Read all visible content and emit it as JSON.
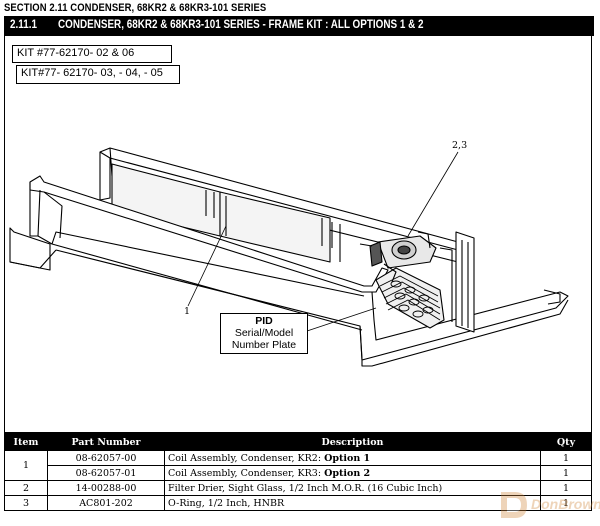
{
  "section_title": "SECTION 2.11 CONDENSER, 68KR2 & 68KR3-101 SERIES",
  "subsection": {
    "number": "2.11.1",
    "title": "CONDENSER, 68KR2 & 68KR3-101 SERIES - FRAME KIT : ALL OPTIONS 1 & 2"
  },
  "kits": [
    "KIT #77-62170- 02 & 06",
    "KIT#77- 62170- 03, - 04, - 05"
  ],
  "callouts": {
    "item_1": "1",
    "items_2_3": "2,3"
  },
  "pid_label": {
    "title": "PID",
    "line1": "Serial/Model",
    "line2": "Number Plate"
  },
  "table": {
    "headers": [
      "Item",
      "Part Number",
      "Description",
      "Qty"
    ],
    "rows": [
      {
        "item": "1",
        "part": "08-62057-00",
        "desc": "Coil Assembly, Condenser, KR2: ",
        "desc_bold": "Option 1",
        "qty": "1"
      },
      {
        "item": "",
        "part": "08-62057-01",
        "desc": "Coil Assembly, Condenser, KR3: ",
        "desc_bold": "Option 2",
        "qty": "1"
      },
      {
        "item": "2",
        "part": "14-00288-00",
        "desc": "Filter Drier, Sight Glass, 1/2 Inch M.O.R. (16 Cubic Inch)",
        "desc_bold": "",
        "qty": "1"
      },
      {
        "item": "3",
        "part": "AC801-202",
        "desc": "O-Ring, 1/2 Inch, HNBR",
        "desc_bold": "",
        "qty": "1"
      }
    ]
  },
  "watermark": {
    "text": "DonBrown",
    "color": "#d0873a"
  }
}
